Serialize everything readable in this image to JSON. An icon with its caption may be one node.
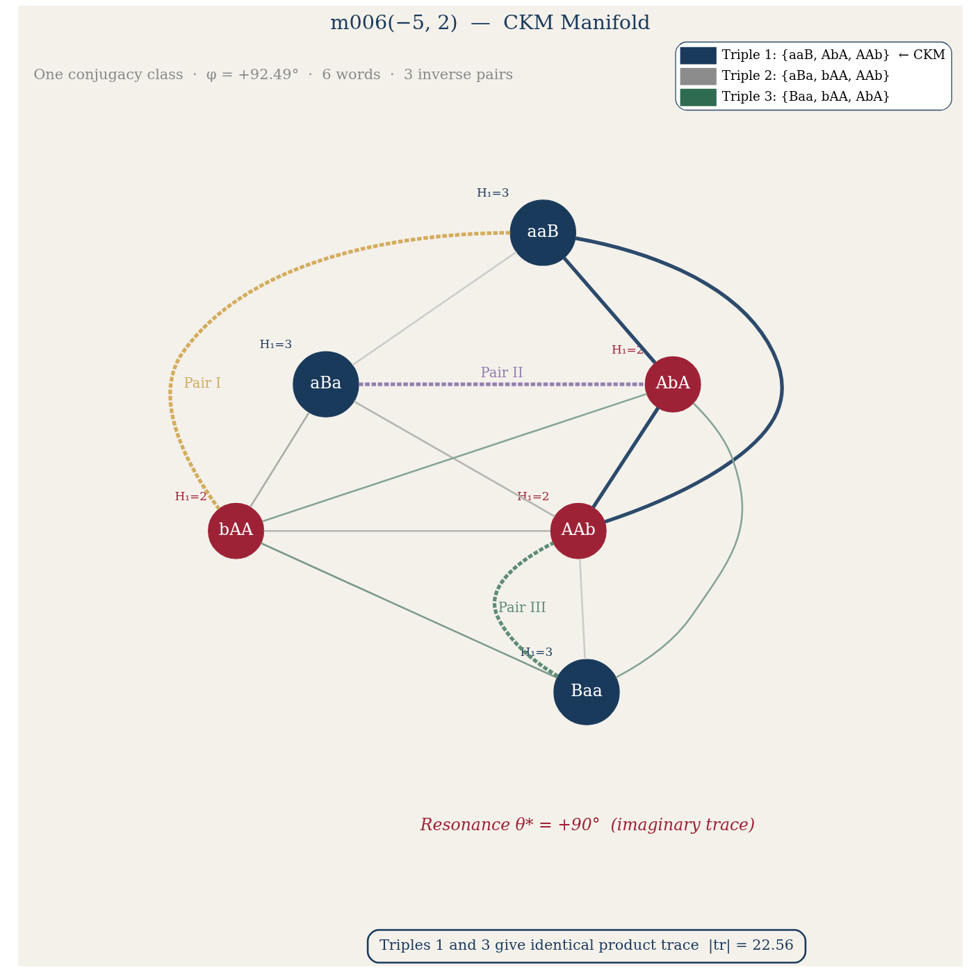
{
  "diagram": {
    "title": "m006(−5, 2)  —  CKM Manifold",
    "nodes": [
      {
        "text": [
          "aaB"
        ],
        "beside": [
          "H₁=3"
        ]
      },
      {
        "text": [
          "aBa"
        ],
        "beside": [
          "H₁=3"
        ]
      },
      {
        "text": [
          "AbA"
        ],
        "beside": [
          "H₁=2"
        ]
      },
      {
        "text": [
          "bAA"
        ],
        "beside": [
          "H₁=2"
        ]
      },
      {
        "text": [
          "AAb"
        ],
        "beside": [
          "H₁=2"
        ]
      },
      {
        "text": [
          "Baa"
        ],
        "beside": [
          "H₁=3"
        ]
      }
    ],
    "edges": [
      {
        "from": 0,
        "to": 1,
        "arrow": "none",
        "color": "#cccccc"
      },
      {
        "from": 0,
        "to": 2,
        "arrow": "none",
        "style": "thick",
        "color": "#2c4a6b"
      },
      {
        "from": 0,
        "to": 4,
        "arrow": "none",
        "style": "thick",
        "color": "#2c4a6b"
      },
      {
        "from": 2,
        "to": 4,
        "arrow": "none",
        "style": "thick",
        "color": "#2c4a6b"
      },
      {
        "from": 0,
        "to": 3,
        "arrow": "none",
        "label": "Pair I",
        "style": "dashed",
        "color": "#d4ac5c"
      },
      {
        "from": 1,
        "to": 2,
        "arrow": "none",
        "label": "Pair II",
        "style": "dashed",
        "color": "#9480b0"
      },
      {
        "from": 1,
        "to": 3,
        "arrow": "none",
        "color": "#aaaaaa"
      },
      {
        "from": 1,
        "to": 4,
        "arrow": "none",
        "color": "#b5b5b0"
      },
      {
        "from": 3,
        "to": 4,
        "arrow": "none",
        "color": "#b5b5b0"
      },
      {
        "from": 2,
        "to": 3,
        "arrow": "none",
        "color": "#85a595"
      },
      {
        "from": 2,
        "to": 5,
        "arrow": "none",
        "color": "#85a595"
      },
      {
        "from": 3,
        "to": 5,
        "arrow": "none",
        "color": "#7a9a8a"
      },
      {
        "from": 5,
        "to": 4,
        "arrow": "none",
        "color": "#cccccc"
      },
      {
        "from": 5,
        "to": 4,
        "arrow": "none",
        "label": "Pair III",
        "style": "dashed",
        "color": "#5e8c74"
      }
    ],
    "labels": [
      "One conjugacy class  ·  φ = +92.49°  ·  6 words  ·  3 inverse pairs",
      "Resonance θ* = +90°  (imaginary trace)",
      "Triples 1 and 3 give identical product trace  |tr| = 22.56"
    ],
    "legend": [
      {
        "text": "Triple 1: {aaB, AbA, AAb}  ← CKM",
        "color": "#1a3a5c"
      },
      {
        "text": "Triple 2: {aBa, bAA, AAb}",
        "color": "#8c8c8c"
      },
      {
        "text": "Triple 3: {Baa, bAA, AbA}",
        "color": "#2e6b50"
      }
    ]
  }
}
